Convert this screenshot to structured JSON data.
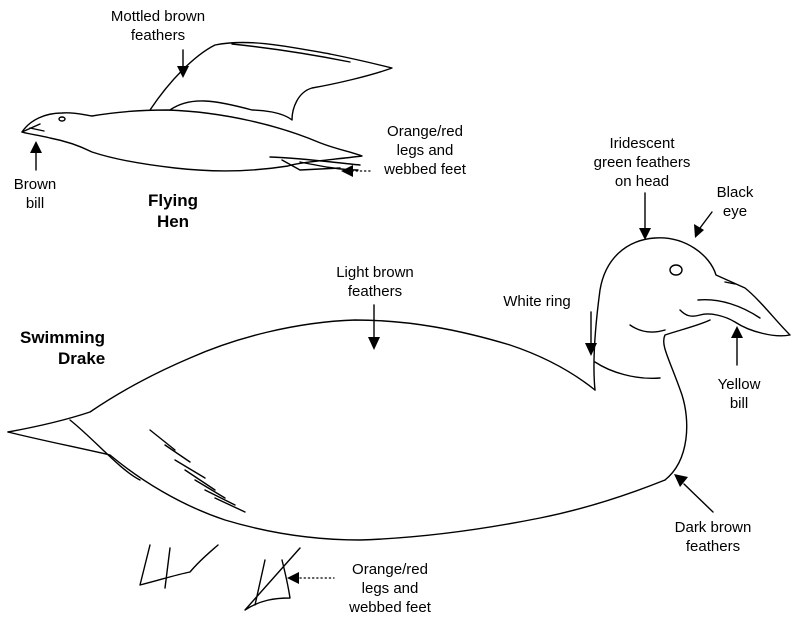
{
  "labels": {
    "mottled_brown": [
      "Mottled brown",
      "feathers"
    ],
    "orange_red_hen": [
      "Orange/red",
      "legs and",
      "webbed feet"
    ],
    "brown_bill": [
      "Brown",
      "bill"
    ],
    "flying_hen": [
      "Flying",
      "Hen"
    ],
    "iridescent": [
      "Iridescent",
      "green feathers",
      "on head"
    ],
    "black_eye": [
      "Black",
      "eye"
    ],
    "light_brown": [
      "Light brown",
      "feathers"
    ],
    "white_ring": [
      "White ring"
    ],
    "swimming_drake": [
      "Swimming",
      "Drake"
    ],
    "yellow_bill": [
      "Yellow",
      "bill"
    ],
    "dark_brown": [
      "Dark brown",
      "feathers"
    ],
    "orange_red_drake": [
      "Orange/red",
      "legs and",
      "webbed feet"
    ]
  }
}
